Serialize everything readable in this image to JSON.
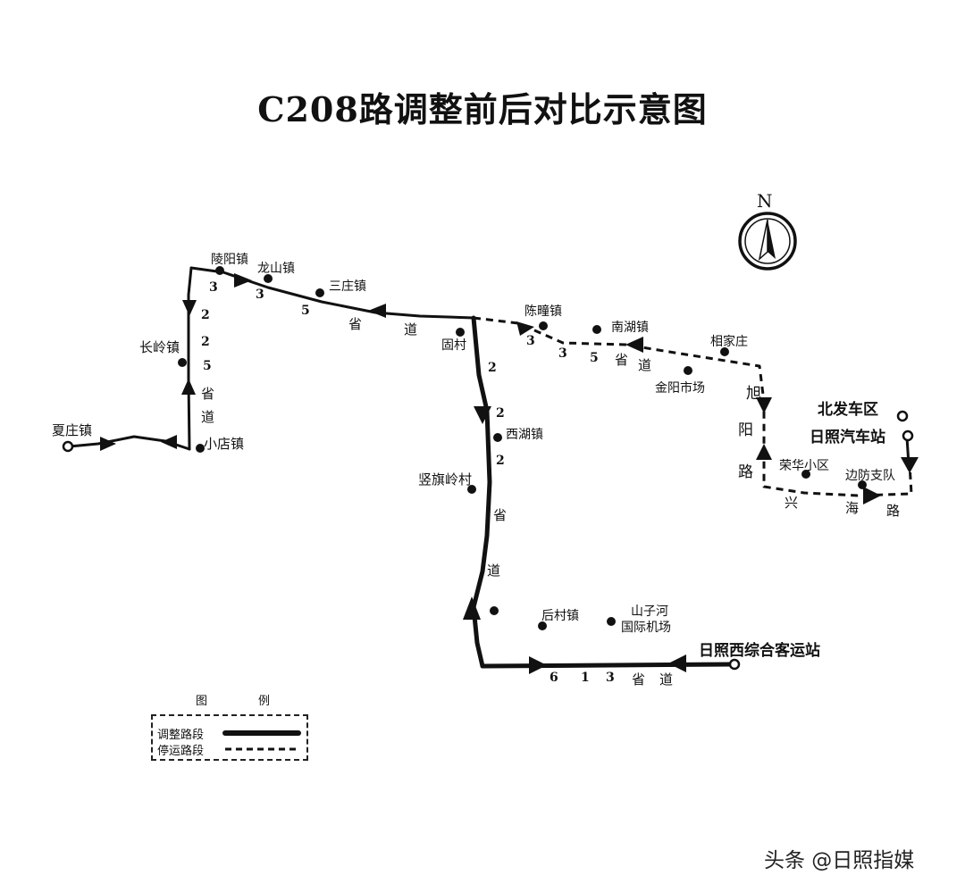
{
  "title": "C208路调整前后对比示意图",
  "compass": {
    "label": "N"
  },
  "stations": {
    "xiazhuang": "夏庄镇",
    "xiaodian": "小店镇",
    "changling": "长岭镇",
    "lingyang": "陵阳镇",
    "longshan": "龙山镇",
    "sanzhuang": "三庄镇",
    "tuancun": "固村",
    "chenqiao": "陈疃镇",
    "nanhu": "南湖镇",
    "jinyang": "金阳市场",
    "xiangjiazhuang": "相家庄",
    "xihu": "西湖镇",
    "shuqiling": "竖旗岭村",
    "houcun": "后村镇",
    "shanzihe": "山子河",
    "airport": "国际机场",
    "rizhaoxi": "日照西综合客运站",
    "beifa": "北发车区",
    "rizhao_bus": "日照汽车站",
    "ronghua": "荣华小区",
    "bianfang": "边防支队"
  },
  "roads": {
    "s335_top": [
      "5",
      "省",
      "道"
    ],
    "s335_left": [
      "3",
      "3"
    ],
    "s225": [
      "2",
      "2",
      "5",
      "省",
      "道"
    ],
    "s222": [
      "2",
      "2",
      "2",
      "省",
      "道"
    ],
    "s335_east": [
      "3",
      "3",
      "5",
      "省",
      "道"
    ],
    "xuyang": [
      "旭",
      "阳",
      "路"
    ],
    "xinghai": [
      "兴",
      "海",
      "路"
    ],
    "s613": [
      "6",
      "1",
      "3",
      "省",
      "道"
    ]
  },
  "legend": {
    "title_left": "图",
    "title_right": "例",
    "adjusted": "调整路段",
    "suspended": "停运路段"
  },
  "watermark": "头条 @日照指媒"
}
